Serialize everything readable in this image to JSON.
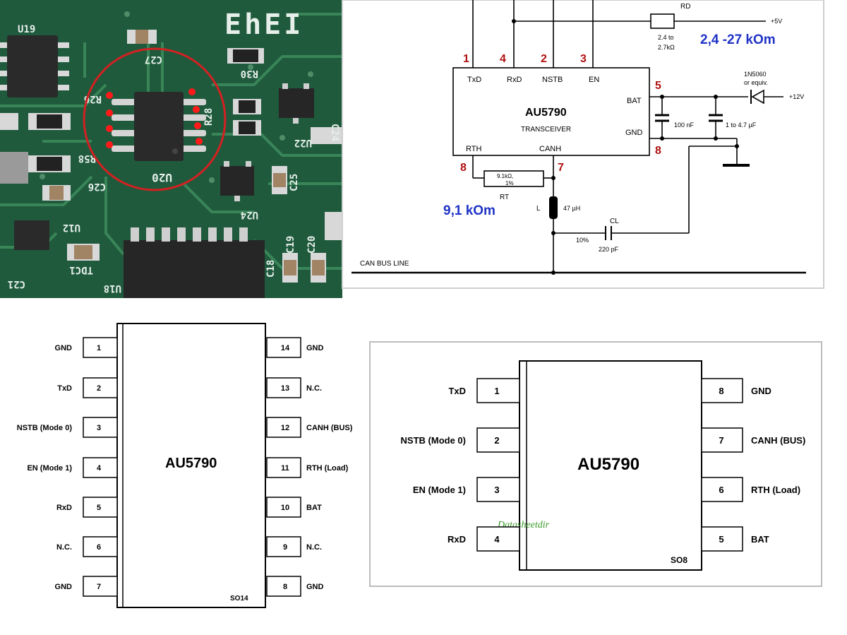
{
  "photo": {
    "silkscreen": [
      "EhEI",
      "U19",
      "C27",
      "R30",
      "R26",
      "R58",
      "C26",
      "U12",
      "TDC1",
      "C21",
      "U18",
      "R28",
      "U22",
      "C24",
      "C25",
      "U24",
      "C19",
      "C20",
      "C18",
      "U20"
    ],
    "highlight_color": "#d32121",
    "pin_dot_color": "#ff1a1a"
  },
  "schematic": {
    "chip_name": "AU5790",
    "chip_sub": "TRANSCEIVER",
    "pins": {
      "txd": {
        "label": "TxD",
        "num": "1"
      },
      "rxd": {
        "label": "RxD",
        "num": "4"
      },
      "nstb": {
        "label": "NSTB",
        "num": "2"
      },
      "en": {
        "label": "EN",
        "num": "3"
      },
      "bat": {
        "label": "BAT",
        "num": "5"
      },
      "gnd": {
        "label": "GND",
        "num": "8"
      },
      "rth": {
        "label": "RTH",
        "num": "8"
      },
      "canh": {
        "label": "CANH",
        "num": "7"
      }
    },
    "rd_label": "RD",
    "rd_value": "2.4 to 2.7kΩ",
    "rd_value_l1": "2.4 to",
    "rd_value_l2": "2.7kΩ",
    "supply_5v": "+5V",
    "note_rd": "2,4 -27 kOm",
    "diode_label_l1": "1N5060",
    "diode_label_l2": "or equiv.",
    "supply_12v": "+12V",
    "cap1": "100 nF",
    "cap2": "1 to 4.7 µF",
    "rt_value_l1": "9.1kΩ,",
    "rt_value_l2": "1%",
    "rt_label": "RT",
    "note_rt": "9,1 kOm",
    "inductor_label": "L",
    "inductor_value": "47 µH",
    "cl_label": "CL",
    "cl_tol": "10%",
    "cl_value": "220 pF",
    "bus_label": "CAN BUS LINE",
    "pin_num_color": "#b01010",
    "note_color": "#1f33c6"
  },
  "so14": {
    "chip": "AU5790",
    "package": "SO14",
    "left": [
      {
        "num": "1",
        "label": "GND"
      },
      {
        "num": "2",
        "label": "TxD"
      },
      {
        "num": "3",
        "label": "NSTB (Mode 0)"
      },
      {
        "num": "4",
        "label": "EN (Mode 1)"
      },
      {
        "num": "5",
        "label": "RxD"
      },
      {
        "num": "6",
        "label": "N.C."
      },
      {
        "num": "7",
        "label": "GND"
      }
    ],
    "right": [
      {
        "num": "14",
        "label": "GND"
      },
      {
        "num": "13",
        "label": "N.C."
      },
      {
        "num": "12",
        "label": "CANH (BUS)"
      },
      {
        "num": "11",
        "label": "RTH (Load)"
      },
      {
        "num": "10",
        "label": "BAT"
      },
      {
        "num": "9",
        "label": "N.C."
      },
      {
        "num": "8",
        "label": "GND"
      }
    ]
  },
  "so8": {
    "chip": "AU5790",
    "package": "SO8",
    "watermark": "Datasheetdir",
    "left": [
      {
        "num": "1",
        "label": "TxD"
      },
      {
        "num": "2",
        "label": "NSTB (Mode 0)"
      },
      {
        "num": "3",
        "label": "EN (Mode 1)"
      },
      {
        "num": "4",
        "label": "RxD"
      }
    ],
    "right": [
      {
        "num": "8",
        "label": "GND"
      },
      {
        "num": "7",
        "label": "CANH (BUS)"
      },
      {
        "num": "6",
        "label": "RTH (Load)"
      },
      {
        "num": "5",
        "label": "BAT"
      }
    ]
  }
}
